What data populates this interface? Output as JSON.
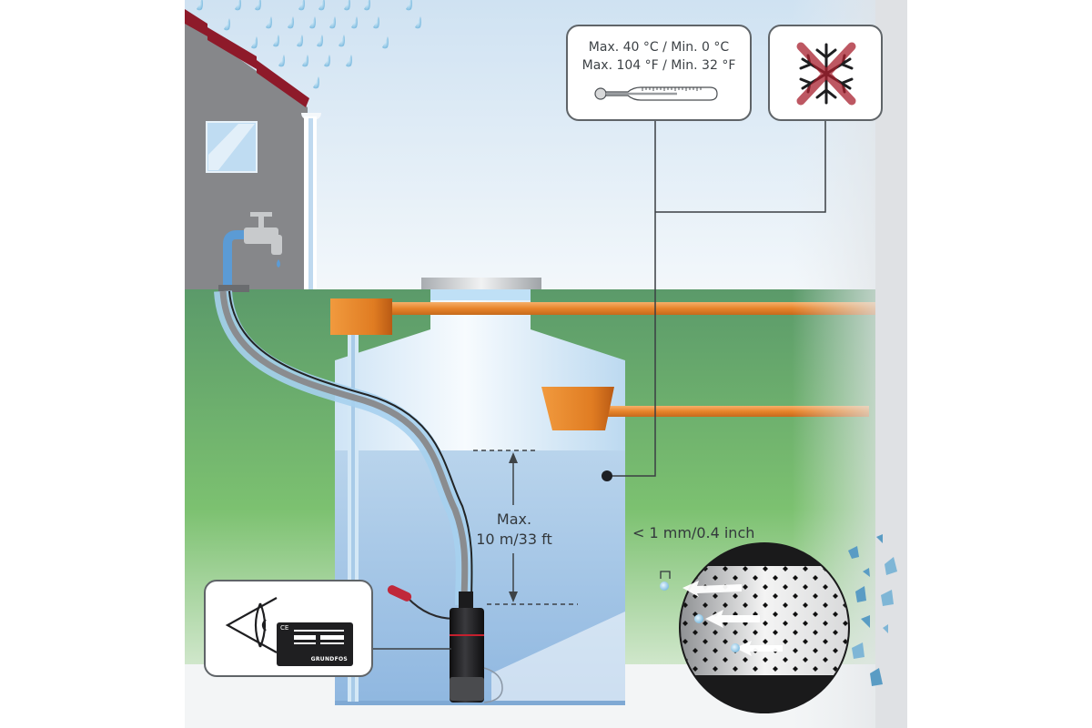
{
  "diagram": {
    "subject": "Rainwater harvesting tank with submersible pump",
    "temperature_callout": {
      "line_1": "Max. 40 °C / Min. 0 °C",
      "line_2": "Max. 104 °F / Min. 32 °F",
      "icon": "thermometer-icon"
    },
    "frost_callout": {
      "icon": "snowflake-crossed-icon",
      "meaning": "Do not expose to frost"
    },
    "depth_annotation": {
      "line_1": "Max.",
      "line_2": "10 m/33 ft"
    },
    "mesh_annotation": {
      "label": "< 1 mm/0.4 inch"
    },
    "nameplate_callout": {
      "icon": "eye-icon",
      "ce_mark": "CE",
      "brand": "GRUNDFOS"
    },
    "colors": {
      "sky_top": "#d6e6f3",
      "house_wall": "#86878a",
      "roof": "#8e1a2a",
      "grass": "#5e9e6e",
      "grass_light": "#8cc87a",
      "tank_water": "#a9c9e8",
      "tank_air": "#e8f3fb",
      "pipe_orange": "#e8842a",
      "pump_body": "#1b1b1d",
      "pump_stripe": "#c4202e",
      "float_switch": "#c0283a",
      "callout_border": "#5f6468",
      "ice_blue": "#5a9cc4"
    }
  }
}
